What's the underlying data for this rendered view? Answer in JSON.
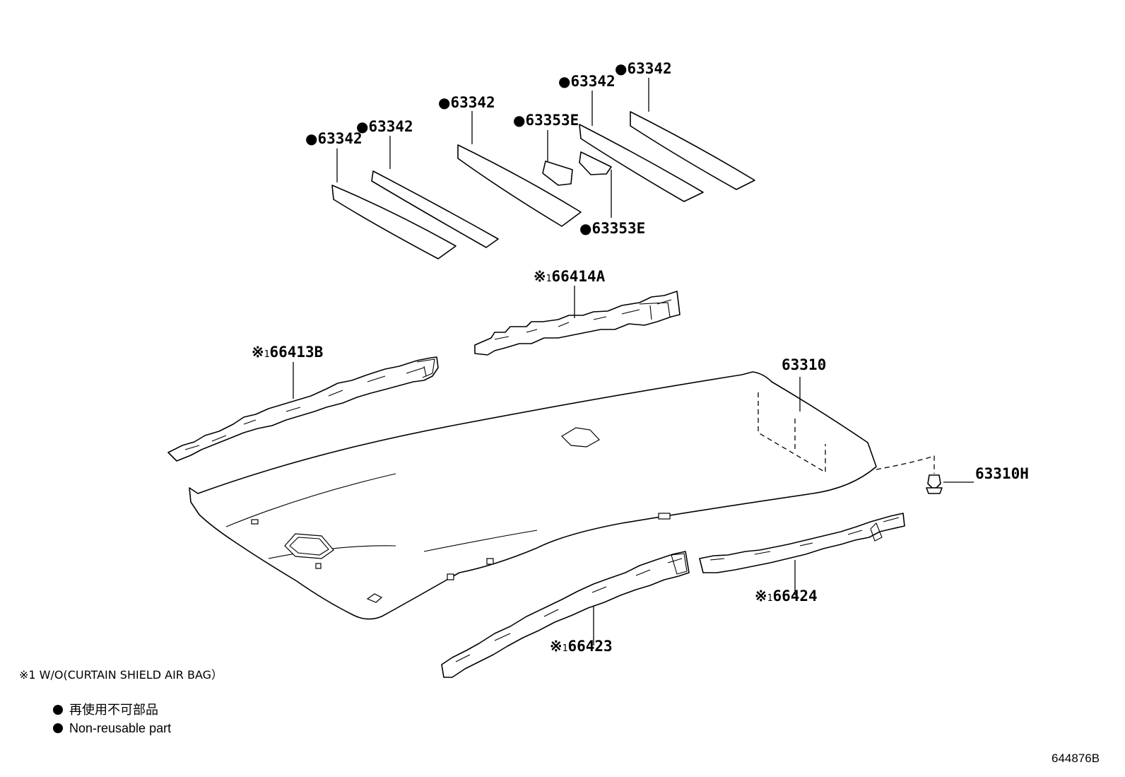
{
  "diagram": {
    "parts": {
      "p1": "63342",
      "p2": "63342",
      "p3": "63342",
      "p4": "63353E",
      "p5": "63342",
      "p6": "63342",
      "p7": "63353E",
      "p8": "66414A",
      "p9": "66413B",
      "p10": "63310",
      "p11": "63310H",
      "p12": "66424",
      "p13": "66423"
    },
    "note": "1 W/O(CURTAIN SHIELD AIR BAG）",
    "legend": [
      "再使用不可部品",
      "Non-reusable part"
    ],
    "doc_id": "644876B"
  }
}
